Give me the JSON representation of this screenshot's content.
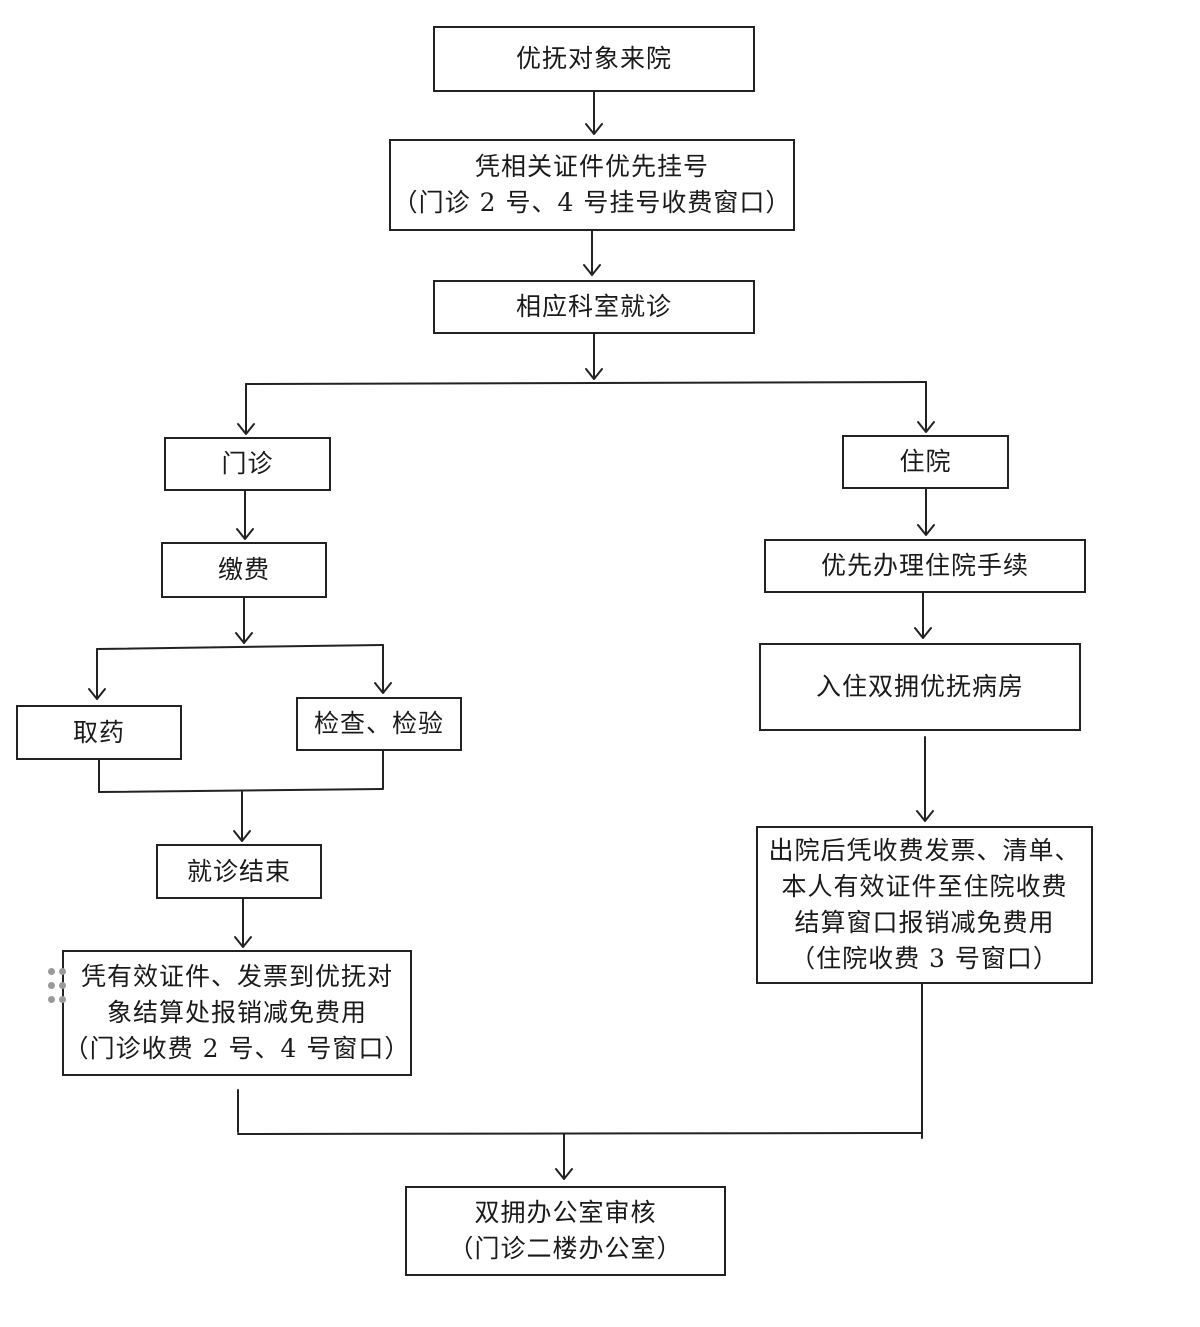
{
  "flowchart": {
    "start": "优抚对象来院",
    "register": [
      "凭相关证件优先挂号",
      "（门诊 2 号、4 号挂号收费窗口）"
    ],
    "department": "相应科室就诊",
    "outpatient": {
      "label": "门诊",
      "pay": "缴费",
      "medicine": "取药",
      "exam": "检查、检验",
      "end_visit": "就诊结束",
      "reimburse": [
        "凭有效证件、发票到优抚对",
        "象结算处报销减免费用",
        "（门诊收费 2 号、4 号窗口）"
      ]
    },
    "inpatient": {
      "label": "住院",
      "admission": "优先办理住院手续",
      "ward": "入住双拥优抚病房",
      "discharge": [
        "出院后凭收费发票、清单、",
        "本人有效证件至住院收费",
        "结算窗口报销减免费用",
        "（住院收费 3 号窗口）"
      ]
    },
    "final": [
      "双拥办公室审核",
      "（门诊二楼办公室）"
    ]
  }
}
